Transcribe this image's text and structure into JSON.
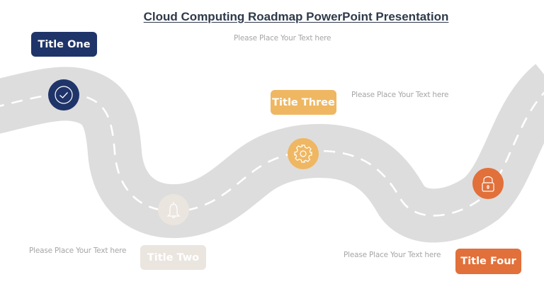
{
  "slide": {
    "title": "Cloud Computing Roadmap PowerPoint Presentation",
    "subtitle": "Please Place Your Text here"
  },
  "colors": {
    "road": "#dddddd",
    "dash": "#ffffff",
    "navy": "#1f3469",
    "beige": "#ebe5df",
    "yellow": "#efb762",
    "orange": "#e2703a"
  },
  "milestones": [
    {
      "title": "Title One",
      "text": "",
      "icon": "check-circle-icon",
      "color": "#1f3469"
    },
    {
      "title": "Title Two",
      "text": "Please Place Your Text here",
      "icon": "bell-icon",
      "color": "#ebe5df"
    },
    {
      "title": "Title Three",
      "text": "Please Place Your Text here",
      "icon": "gear-icon",
      "color": "#efb762"
    },
    {
      "title": "Title Four",
      "text": "Please Place Your Text here",
      "icon": "lock-icon",
      "color": "#e2703a"
    }
  ]
}
